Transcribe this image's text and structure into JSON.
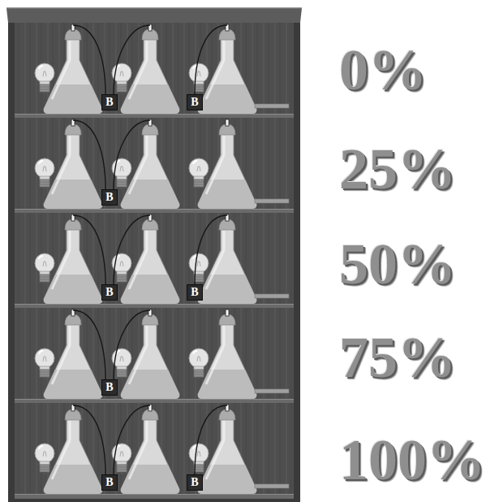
{
  "diagram": {
    "nodes": [
      {
        "text": [
          "B"
        ]
      },
      {
        "text": [
          "B"
        ]
      },
      {
        "text": [
          "B"
        ]
      },
      {
        "text": [
          "B"
        ]
      },
      {
        "text": [
          "B"
        ]
      },
      {
        "text": [
          "B"
        ]
      },
      {
        "text": [
          "B"
        ]
      },
      {
        "text": [
          "B"
        ]
      }
    ],
    "labels": [
      "0%",
      "25%",
      "50%",
      "75%",
      "100%"
    ]
  }
}
